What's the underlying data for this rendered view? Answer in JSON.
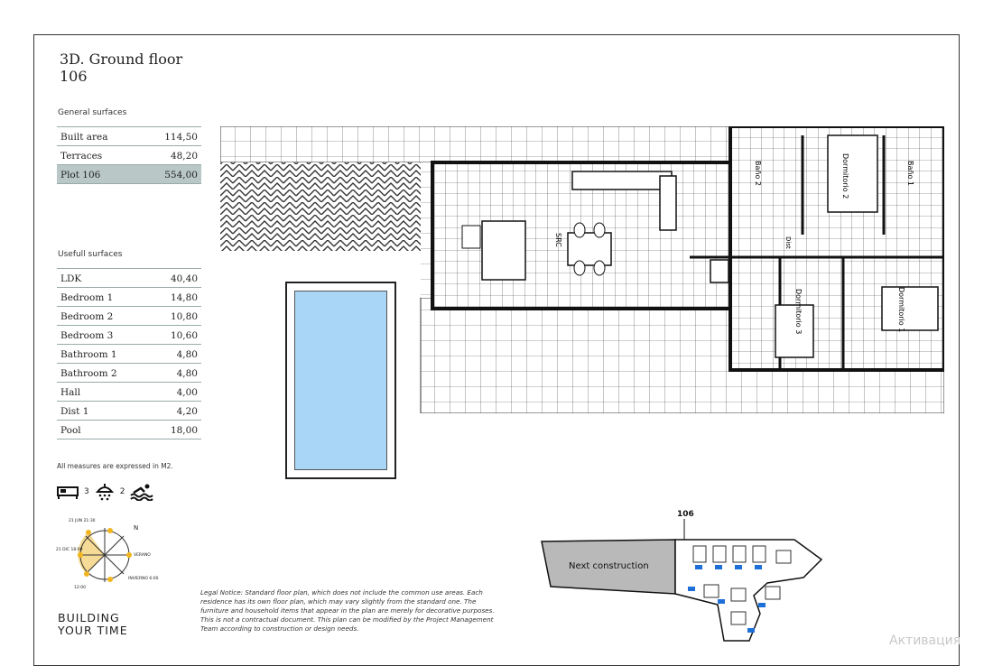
{
  "title": {
    "line1": "3D. Ground floor",
    "line2": "106"
  },
  "general": {
    "heading": "General surfaces",
    "rows": [
      {
        "label": "Built area",
        "value": "114,50"
      },
      {
        "label": "Terraces",
        "value": "48,20"
      },
      {
        "label": "Plot 106",
        "value": "554,00"
      }
    ]
  },
  "useful": {
    "heading": "Usefull surfaces",
    "rows": [
      {
        "label": "LDK",
        "value": "40,40"
      },
      {
        "label": "Bedroom 1",
        "value": "14,80"
      },
      {
        "label": "Bedroom 2",
        "value": "10,80"
      },
      {
        "label": "Bedroom 3",
        "value": "10,60"
      },
      {
        "label": "Bathroom 1",
        "value": "4,80"
      },
      {
        "label": "Bathroom 2",
        "value": "4,80"
      },
      {
        "label": "Hall",
        "value": "4,00"
      },
      {
        "label": "Dist 1",
        "value": "4,20"
      },
      {
        "label": "Pool",
        "value": "18,00"
      }
    ]
  },
  "note": "All measures are expressed in M2.",
  "features": {
    "bedrooms": "3",
    "bathrooms": "2"
  },
  "compass": {
    "n": "N",
    "summer_label": "21 JUN\n21:30",
    "winter_label": "21 DIC\n18:00",
    "verano": "VERANO",
    "invierno": "INVIERNO\n6:00",
    "s_label": "12:00"
  },
  "logo": {
    "line1": "BUILDING",
    "line2": "YOUR TIME"
  },
  "plan_labels": {
    "bano2": "Baño 2",
    "dormitorio2": "Dormitorio 2",
    "bano1": "Baño 1",
    "dist": "Dist",
    "dormitorio3": "Dormitorio 3",
    "dormitorio1": "Dormitorio 1",
    "src": "SRC"
  },
  "legal": "Legal Notice: Standard floor plan, which does not include the common use areas. Each residence has its own floor plan, which may vary slightly from the standard one. The furniture and household items that appear in the plan are merely for decorative purposes. This is not a contractual document. This plan can be modified by the Project Management Team according to construction or design needs.",
  "site": {
    "plot": "106",
    "next": "Next construction"
  },
  "watermark": "Активация",
  "colors": {
    "highlight": "#b9c8c6",
    "pool": "#a9d6f6",
    "lot_blue": "#1e6fd8"
  }
}
